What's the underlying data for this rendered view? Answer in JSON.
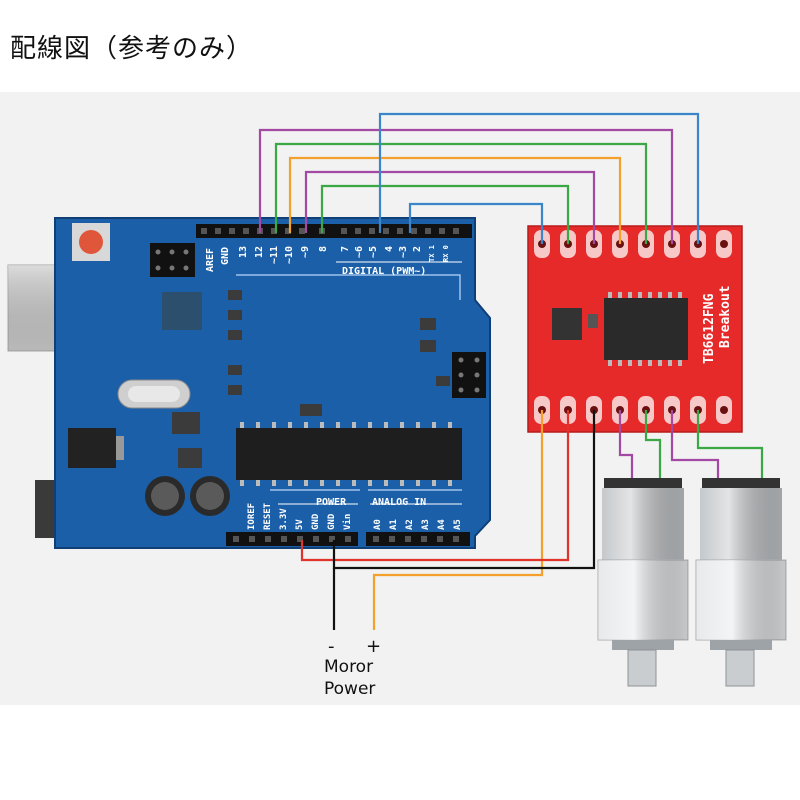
{
  "title": "配線図（参考のみ）",
  "arduino": {
    "top_header_labels": [
      "AREF",
      "GND",
      "13",
      "12",
      "~11",
      "~10",
      "~9",
      "8",
      "7",
      "~6",
      "~5",
      "4",
      "~3",
      "2",
      "TX 1",
      "RX 0"
    ],
    "digital_label": "DIGITAL (PWM~)",
    "power_label": "POWER",
    "analog_label": "ANALOG IN",
    "power_pins": [
      "IOREF",
      "RESET",
      "3.3V",
      "5V",
      "GND",
      "GND",
      "Vin"
    ],
    "analog_pins": [
      "A0",
      "A1",
      "A2",
      "A3",
      "A4",
      "A5"
    ]
  },
  "driver": {
    "name": "TB6612FNG",
    "subtitle": "Breakout"
  },
  "motor_power": {
    "minus": "-",
    "plus": "+",
    "line1": "Moror",
    "line2": "Power"
  },
  "colors": {
    "board_blue": "#1b5fa8",
    "driver_red": "#e62a2a",
    "wire_green": "#3aa845",
    "wire_purple": "#a349a4",
    "wire_orange": "#f3a12c",
    "wire_blue": "#3a86c9",
    "wire_red": "#e0332b",
    "wire_black": "#111111"
  }
}
